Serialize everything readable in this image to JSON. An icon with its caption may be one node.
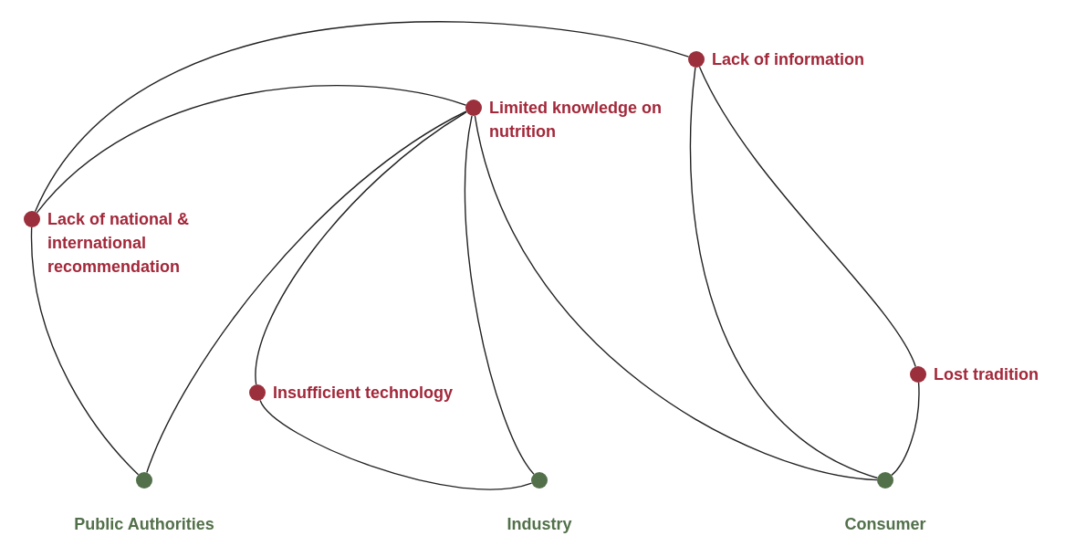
{
  "diagram": {
    "nodes": [
      {
        "text": [
          "Lack of information"
        ]
      },
      {
        "text": [
          "Limited knowledge on nutrition"
        ]
      },
      {
        "text": [
          "Lack of national & international recommendation"
        ]
      },
      {
        "text": [
          "Lost tradition"
        ]
      },
      {
        "text": [
          "Insufficient technology"
        ]
      },
      {
        "text": [
          "Public Authorities"
        ]
      },
      {
        "text": [
          "Industry"
        ]
      },
      {
        "text": [
          "Consumer"
        ]
      }
    ],
    "edges": [
      {
        "from": 2,
        "to": 0,
        "arrow": "none"
      },
      {
        "from": 2,
        "to": 1,
        "arrow": "none"
      },
      {
        "from": 2,
        "to": 5,
        "arrow": "none"
      },
      {
        "from": 1,
        "to": 5,
        "arrow": "none"
      },
      {
        "from": 1,
        "to": 4,
        "arrow": "none"
      },
      {
        "from": 1,
        "to": 6,
        "arrow": "none"
      },
      {
        "from": 1,
        "to": 7,
        "arrow": "none"
      },
      {
        "from": 0,
        "to": 7,
        "arrow": "none"
      },
      {
        "from": 0,
        "to": 3,
        "arrow": "none"
      },
      {
        "from": 3,
        "to": 7,
        "arrow": "none"
      },
      {
        "from": 4,
        "to": 6,
        "arrow": "none"
      }
    ]
  }
}
